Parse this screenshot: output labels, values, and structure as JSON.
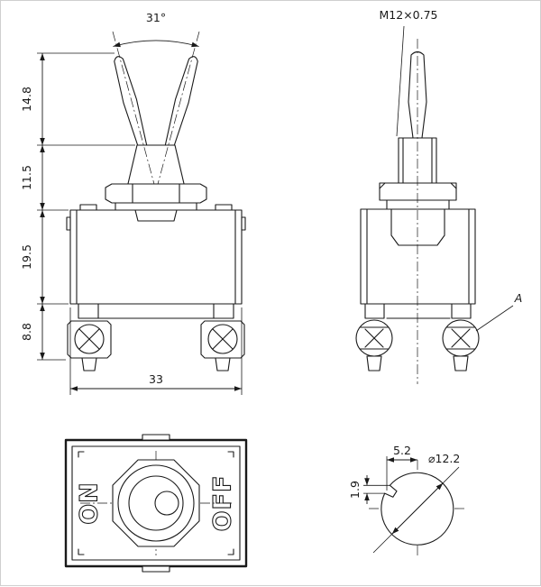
{
  "labels": {
    "angle": "31°",
    "thread": "M12×0.75",
    "dim_lever": "14.8",
    "dim_bushing": "11.5",
    "dim_body": "19.5",
    "dim_terminal": "8.8",
    "dim_width": "33",
    "callout_a": "A",
    "on": "ON",
    "off": "OFF",
    "dim_key_offset": "5.2",
    "dim_hole": "⌀12.2",
    "dim_key_width": "1.9"
  },
  "colors": {
    "line": "#1a1a1a",
    "background": "#ffffff"
  }
}
